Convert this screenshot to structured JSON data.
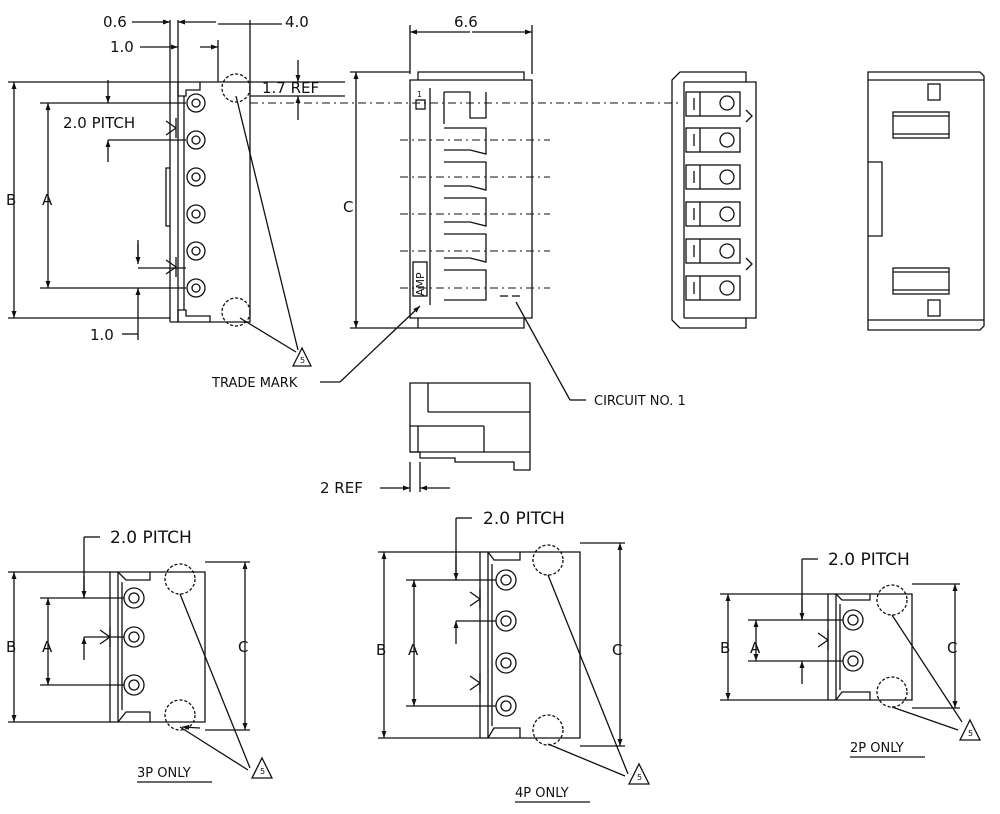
{
  "top_view": {
    "dim_0_6": "0.6",
    "dim_1_0_top": "1.0",
    "dim_4_0": "4.0",
    "dim_1_7_ref": "1.7 REF",
    "pitch_label": "2.0 PITCH",
    "dim_b": "B",
    "dim_a": "A",
    "dim_1_0_bottom": "1.0",
    "note_number": "5"
  },
  "front_view": {
    "dim_6_6": "6.6",
    "dim_c": "C",
    "mark_text": "AMP"
  },
  "callouts": {
    "trade_mark": "TRADE MARK",
    "circuit_no_1": "CIRCUIT NO. 1",
    "ref_2": "2 REF"
  },
  "variant_3p": {
    "pitch": "2.0 PITCH",
    "b": "B",
    "a": "A",
    "c": "C",
    "caption": "3P ONLY",
    "note": "5"
  },
  "variant_4p": {
    "pitch": "2.0 PITCH",
    "b": "B",
    "a": "A",
    "c": "C",
    "caption": "4P ONLY",
    "note": "5"
  },
  "variant_2p": {
    "pitch": "2.0 PITCH",
    "b": "B",
    "a": "A",
    "c": "C",
    "caption": "2P ONLY",
    "note": "5"
  }
}
